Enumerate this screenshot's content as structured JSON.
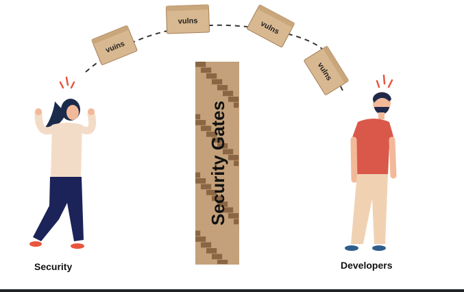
{
  "colors": {
    "box": "#d8b890",
    "box_dark": "#b59166",
    "brick_light": "#c4a17a",
    "brick_dark": "#8a6644",
    "tower_text": "#111111",
    "woman_top": "#f3dcc7",
    "woman_pants": "#1b2358",
    "woman_hair": "#1a2a4a",
    "man_shirt": "#d9584a",
    "man_pants": "#f0d2b3",
    "skin": "#f2b999",
    "stress": "#e8553d",
    "path": "#333333"
  },
  "boxes": [
    {
      "label": "vuins"
    },
    {
      "label": "vulns"
    },
    {
      "label": "vulns"
    },
    {
      "label": "vulns"
    }
  ],
  "tower": {
    "label": "Security Gates"
  },
  "actors": {
    "left": {
      "label": "Security",
      "icon": "stressed-woman-icon"
    },
    "right": {
      "label": "Developers",
      "icon": "stressed-man-icon"
    }
  }
}
